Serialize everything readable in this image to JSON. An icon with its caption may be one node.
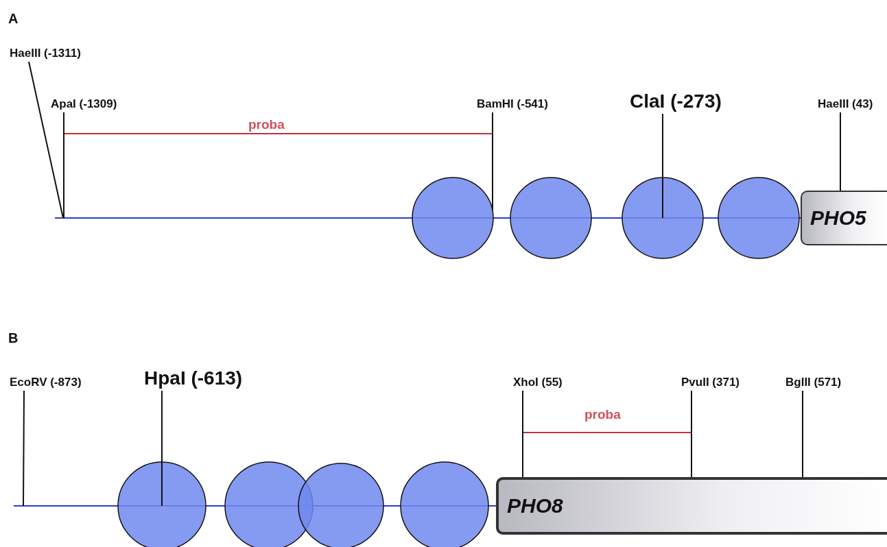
{
  "diagram": {
    "nodes": [
      {
        "text": [
          "HaeIII (-1311)"
        ]
      },
      {
        "text": [
          "ApaI (-1309)"
        ]
      },
      {
        "text": [
          "BamHI (-541)"
        ]
      },
      {
        "text": [
          "ClaI (-273)"
        ]
      },
      {
        "text": [
          "HaeIII (43)"
        ]
      },
      {
        "text": [
          "PHO5"
        ]
      },
      {
        "text": [
          "EcoRV (-873)"
        ]
      },
      {
        "text": [
          "HpaI (-613)"
        ]
      },
      {
        "text": [
          "XhoI (55)"
        ]
      },
      {
        "text": [
          "PvuII (371)"
        ]
      },
      {
        "text": [
          "BglII (571)"
        ]
      },
      {
        "text": [
          "PHO8"
        ]
      },
      {
        "text": [],
        "shape": "circle"
      },
      {
        "text": [],
        "shape": "circle"
      },
      {
        "text": [],
        "shape": "circle"
      },
      {
        "text": [],
        "shape": "circle"
      },
      {
        "text": [],
        "shape": "circle"
      },
      {
        "text": [],
        "shape": "circle"
      },
      {
        "text": [],
        "shape": "circle"
      },
      {
        "text": [],
        "shape": "circle"
      }
    ],
    "edges": [
      {
        "from": 0,
        "to": null,
        "arrow": "none"
      },
      {
        "from": 1,
        "to": null,
        "arrow": "none"
      },
      {
        "from": 2,
        "to": 12,
        "arrow": "none"
      },
      {
        "from": 3,
        "to": 14,
        "arrow": "none"
      },
      {
        "from": 4,
        "to": 5,
        "arrow": "none"
      },
      {
        "from": 6,
        "to": null,
        "arrow": "none"
      },
      {
        "from": 7,
        "to": 16,
        "arrow": "none"
      },
      {
        "from": 8,
        "to": 11,
        "arrow": "none"
      },
      {
        "from": 9,
        "to": 11,
        "arrow": "none"
      },
      {
        "from": 10,
        "to": 11,
        "arrow": "none"
      }
    ],
    "labels": [
      "A",
      "proba",
      "B",
      "proba"
    ]
  }
}
